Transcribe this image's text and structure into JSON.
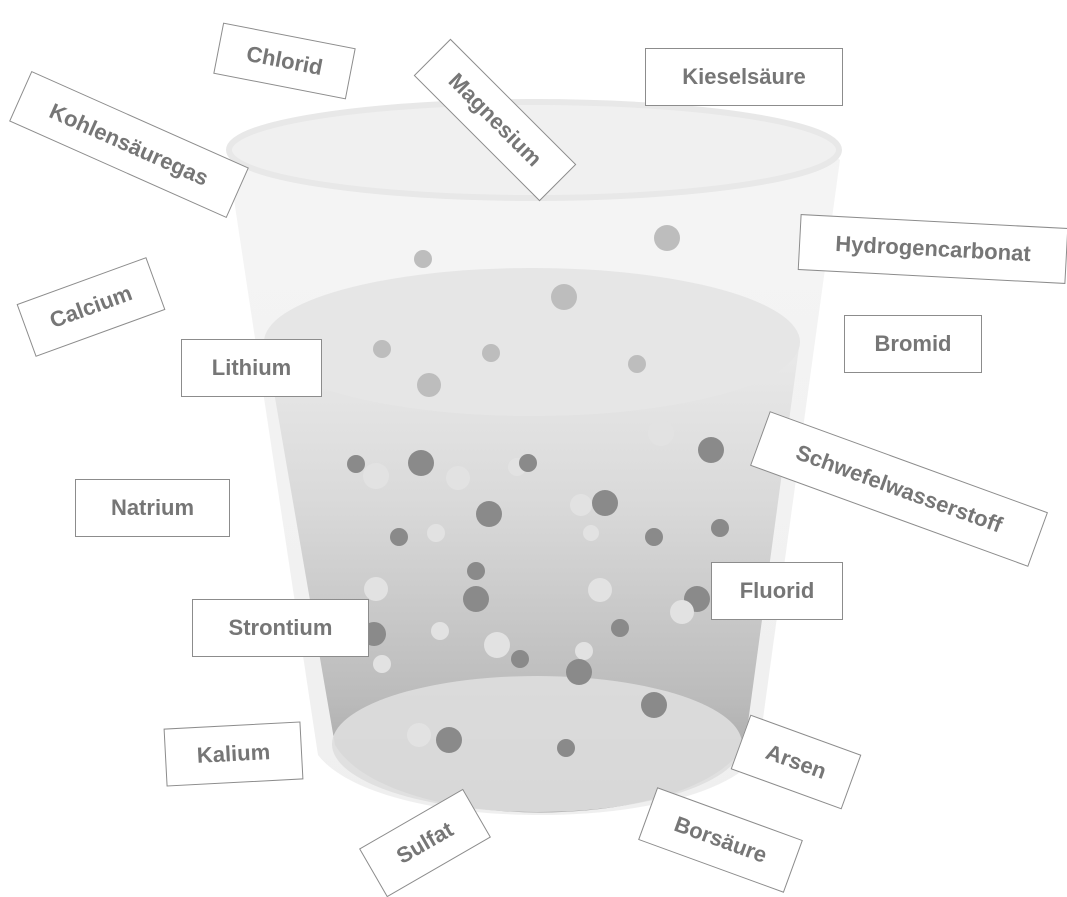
{
  "labels": {
    "chlorid": "Chlorid",
    "kohlensaeuregas": "Kohlensäuregas",
    "magnesium": "Magnesium",
    "kieselsaeure": "Kieselsäure",
    "hydrogencarbonat": "Hydrogencarbonat",
    "calcium": "Calcium",
    "lithium": "Lithium",
    "bromid": "Bromid",
    "schwefelwasserstoff": "Schwefelwasserstoff",
    "natrium": "Natrium",
    "fluorid": "Fluorid",
    "strontium": "Strontium",
    "kalium": "Kalium",
    "arsen": "Arsen",
    "sulfat": "Sulfat",
    "borsaeure": "Borsäure"
  },
  "colors": {
    "label_text": "#767676",
    "label_border": "#8c8c8c",
    "glass": "#f1f1f1",
    "water_top": "#e4e4e4",
    "water_bottom": "#a3a3a3",
    "bubble_dark": "#8a8a8a",
    "bubble_mid": "#bdbdbd",
    "bubble_light": "#e2e2e2"
  }
}
